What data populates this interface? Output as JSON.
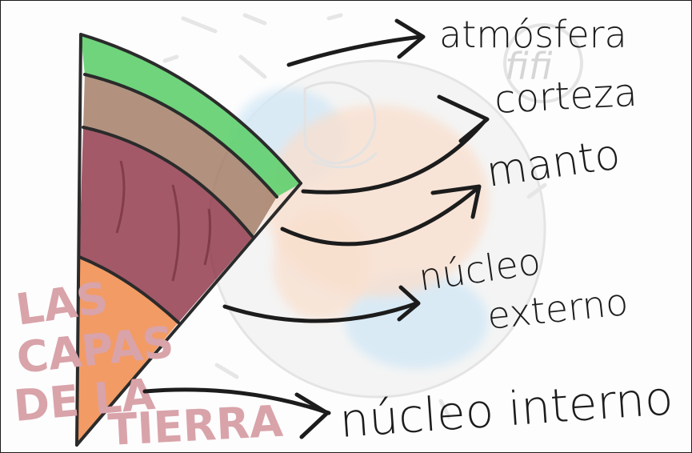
{
  "title_lines": [
    "LAS",
    "CAPAS",
    "DE LA",
    "TIERRA"
  ],
  "watermark": "fifi",
  "layers": [
    {
      "id": "atmosfera",
      "label": "atmósfera",
      "color": "#5fcf6e"
    },
    {
      "id": "corteza",
      "label": "corteza",
      "color": "#a47f68"
    },
    {
      "id": "manto",
      "label": "manto",
      "color": "#8f3547"
    },
    {
      "id": "nucleo_externo",
      "label_line1": "núcleo",
      "label_line2": "externo",
      "color": "#f0894a"
    },
    {
      "id": "nucleo_interno",
      "label": "núcleo interno"
    }
  ],
  "colors": {
    "ink": "#1c1c1c",
    "title_pink": "#d9a3aa",
    "globe_blue": "#cfe6f6",
    "globe_peach": "#f9dcc8"
  }
}
